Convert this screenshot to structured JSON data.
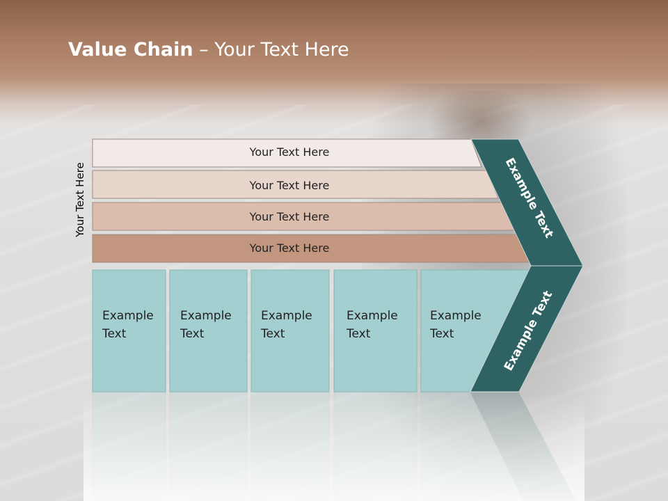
{
  "slide": {
    "title_bold": "Value Chain",
    "title_rest": " – Your Text Here",
    "side_label": "Your Text Here"
  },
  "bars": [
    {
      "label": "Your Text Here",
      "color": "#f2eae7"
    },
    {
      "label": "Your Text Here",
      "color": "#e8d6cd"
    },
    {
      "label": "Your Text Here",
      "color": "#dbbdae"
    },
    {
      "label": "Your Text Here",
      "color": "#c39680"
    }
  ],
  "boxes": [
    {
      "line1": "Example",
      "line2": "Text"
    },
    {
      "line1": "Example",
      "line2": "Text"
    },
    {
      "line1": "Example",
      "line2": "Text"
    },
    {
      "line1": "Example",
      "line2": "Text"
    },
    {
      "line1": "Example",
      "line2": "Text"
    }
  ],
  "chevron": {
    "upper_label": "Example Text",
    "lower_label": "Example Text",
    "color": "#2f6263"
  },
  "colors": {
    "box_fill": "#a4cfd0",
    "box_stroke": "#8ab6b7",
    "title_text": "#ffffff"
  }
}
